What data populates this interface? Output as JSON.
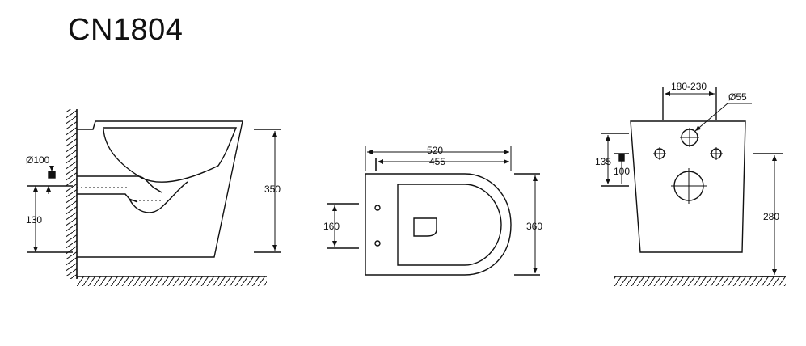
{
  "title": "CN1804",
  "side_view": {
    "pipe_diameter": "Ø100",
    "outlet_height": "130",
    "total_height": "350"
  },
  "top_view": {
    "length_overall": "520",
    "length_inner": "455",
    "fixing_spacing": "160",
    "width": "360"
  },
  "back_view": {
    "bolt_spacing": "180-230",
    "inlet_diameter": "Ø55",
    "inlet_height": "135",
    "pipe_size": "100",
    "fixing_height": "280"
  },
  "colors": {
    "line": "#111111",
    "background": "#ffffff"
  }
}
